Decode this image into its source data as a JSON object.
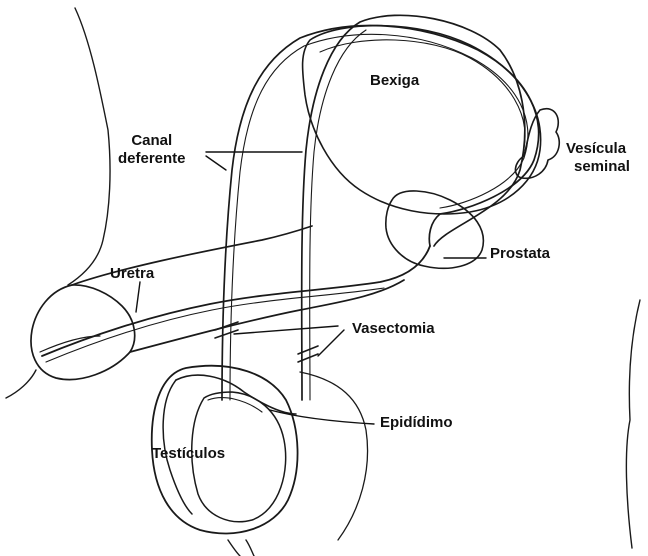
{
  "labels": {
    "bexiga": "Bexiga",
    "canal_line1": "Canal",
    "canal_line2": "deferente",
    "vesicula_line1": "Vesícula",
    "vesicula_line2": "seminal",
    "prostata": "Prostata",
    "uretra": "Uretra",
    "vasectomia": "Vasectomia",
    "epididimo": "Epidídimo",
    "testiculos": "Testículos"
  },
  "colors": {
    "ink": "#111111",
    "background": "#ffffff"
  }
}
